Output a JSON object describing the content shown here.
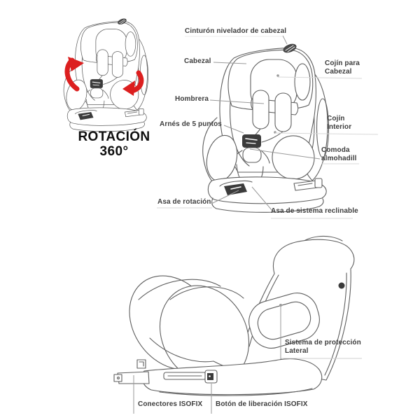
{
  "page": {
    "background": "#ffffff",
    "kind": "car-seat-product-diagram"
  },
  "rotation_badge": {
    "text": "ROTACIÓN\n360°"
  },
  "labels": {
    "front": {
      "cinturon_nivelador": "Cinturón nivelador de cabezal",
      "cabezal": "Cabezal",
      "cojin_para_cabezal": "Cojín para\nCabezal",
      "hombrera": "Hombrera",
      "arnes_5_puntos": "Arnés de 5 puntos",
      "cojin_interior": "Cojín\nInterior",
      "comoda_almohadilla": "Comoda\nalmohadill",
      "asa_de_rotacion": "Asa de rotación",
      "asa_sistema_reclinable": "Asa de sistema reclinable"
    },
    "side": {
      "sistema_proteccion_lateral": "Sistema de protección\nLateral",
      "conectores_isofix": "Conectores ISOFIX",
      "boton_liberacion_isofix": "Botón de liberación ISOFIX"
    }
  },
  "icons": {
    "rotation_arrows": "red-curved-360-rotation-arrows",
    "top_buckle": "headrest-leveling-belt-clip",
    "harness_buckle": "five-point-harness-buckle",
    "rotation_handle": "rotation-handle",
    "isofix_button": "isofix-release-button"
  },
  "colors": {
    "arrow_red": "#dc1f1f",
    "line_gray": "#5f5f5f",
    "leader_gray": "#9a9a9a",
    "underline_gray": "#d8d8d8",
    "dark_fill": "#3b3b3b",
    "label_text": "#3d3d3d"
  }
}
